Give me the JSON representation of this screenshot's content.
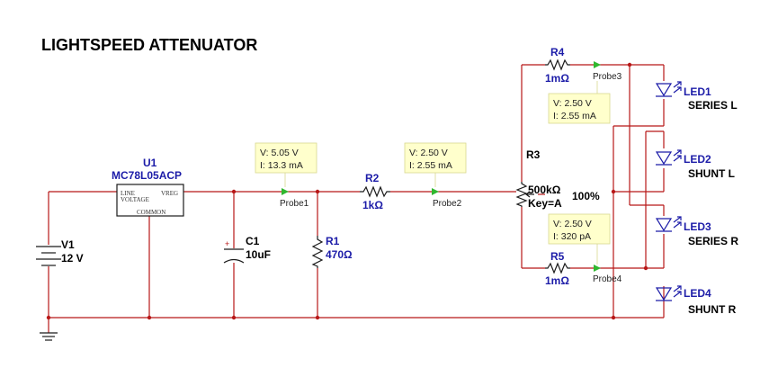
{
  "title": "LIGHTSPEED ATTENUATOR",
  "regulator": {
    "ref": "U1",
    "part": "MC78L05ACP",
    "pin_line": "LINE",
    "pin_voltage": "VOLTAGE",
    "pin_vreg": "VREG",
    "pin_common": "COMMON"
  },
  "v1": {
    "ref": "V1",
    "value": "12 V"
  },
  "c1": {
    "ref": "C1",
    "value": "10uF"
  },
  "r1": {
    "ref": "R1",
    "value": "470Ω"
  },
  "r2": {
    "ref": "R2",
    "value": "1kΩ"
  },
  "r3": {
    "ref": "R3",
    "value": "500kΩ",
    "key": "Key=A",
    "setting": "100%"
  },
  "r4": {
    "ref": "R4",
    "value": "1mΩ"
  },
  "r5": {
    "ref": "R5",
    "value": "1mΩ"
  },
  "probes": [
    {
      "label": "Probe1",
      "v": "V: 5.05 V",
      "i": "I: 13.3 mA"
    },
    {
      "label": "Probe2",
      "v": "V: 2.50 V",
      "i": "I: 2.55 mA"
    },
    {
      "label": "Probe3",
      "v": "V: 2.50 V",
      "i": "I: 2.55 mA"
    },
    {
      "label": "Probe4",
      "v": "V: 2.50 V",
      "i": "I: 320 pA"
    }
  ],
  "leds": [
    {
      "ref": "LED1",
      "name": "SERIES L"
    },
    {
      "ref": "LED2",
      "name": "SHUNT L"
    },
    {
      "ref": "LED3",
      "name": "SERIES R"
    },
    {
      "ref": "LED4",
      "name": "SHUNT R"
    }
  ],
  "colors": {
    "wire": "#b81818",
    "label": "#1c1ca8",
    "probe_box": "#ffffcc",
    "probe_arrow": "#2fb82f"
  }
}
